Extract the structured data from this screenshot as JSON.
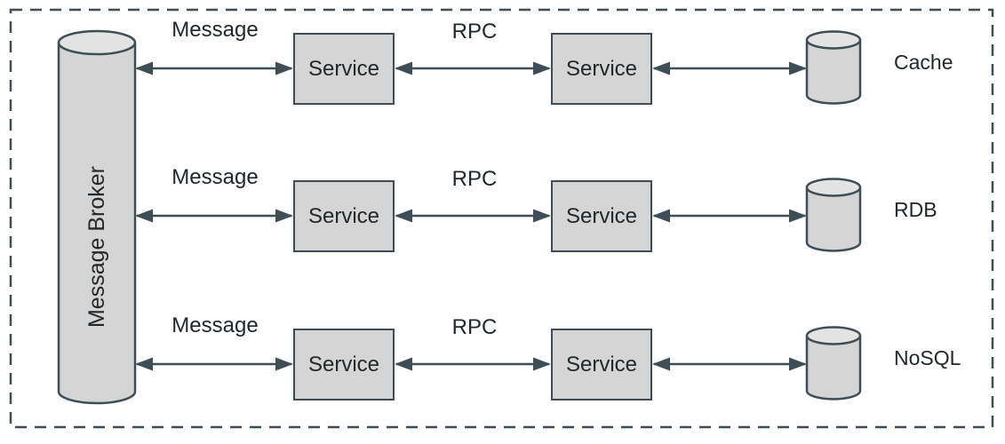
{
  "diagram": {
    "broker_label": "Message Broker",
    "rows": [
      {
        "message": "Message",
        "rpc": "RPC",
        "service_left": "Service",
        "service_right": "Service",
        "datastore": "Cache"
      },
      {
        "message": "Message",
        "rpc": "RPC",
        "service_left": "Service",
        "service_right": "Service",
        "datastore": "RDB"
      },
      {
        "message": "Message",
        "rpc": "RPC",
        "service_left": "Service",
        "service_right": "Service",
        "datastore": "NoSQL"
      }
    ],
    "colors": {
      "stroke": "#3e4d56",
      "shape_fill": "#d5d5d5",
      "shape_fill_light": "#e3e3e3",
      "text": "#21272a",
      "background": "#ffffff"
    }
  }
}
